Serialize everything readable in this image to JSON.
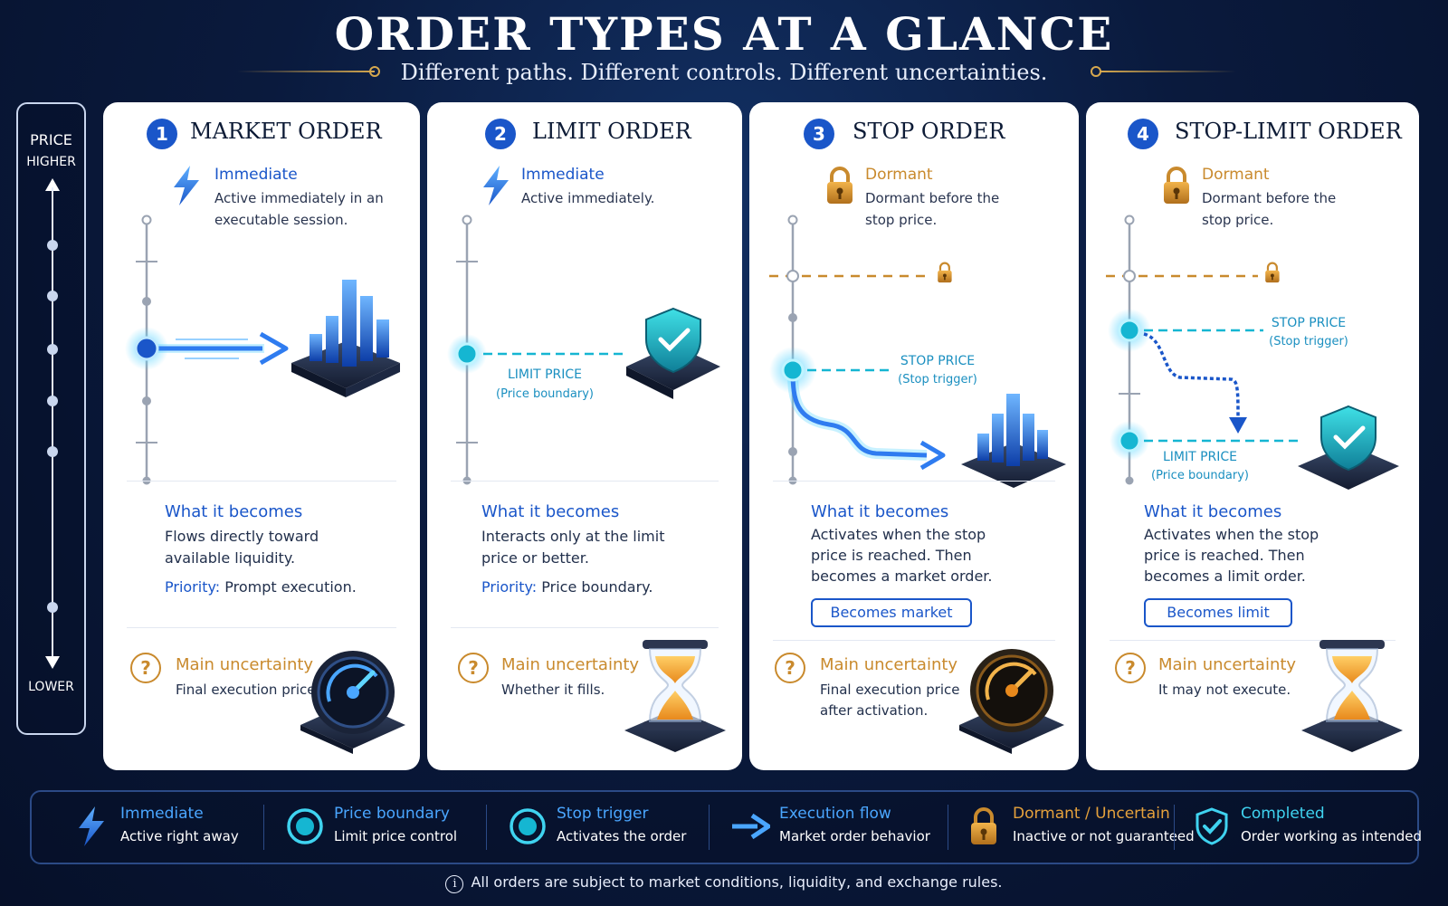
{
  "header": {
    "title": "ORDER TYPES AT A GLANCE",
    "subtitle": "Different paths. Different controls. Different uncertainties."
  },
  "price_scale": {
    "label": "PRICE",
    "higher": "HIGHER",
    "lower": "LOWER"
  },
  "colors": {
    "accent_blue": "#1a56c9",
    "cyan": "#15b6d2",
    "gold": "#c98a2d",
    "navy": "#0a1a3d"
  },
  "cards": [
    {
      "number": "1",
      "title": "MARKET ORDER",
      "state": "Immediate",
      "state_icon": "lightning-icon",
      "state_desc": "Active immediately in an executable session.",
      "what_title": "What it becomes",
      "what_desc": "Flows directly toward available liquidity.",
      "priority_label": "Priority:",
      "priority_value": "Prompt execution.",
      "uncertainty_title": "Main uncertainty",
      "uncertainty_desc": "Final execution price.",
      "illustration": "gauge-icon"
    },
    {
      "number": "2",
      "title": "LIMIT ORDER",
      "state": "Immediate",
      "state_icon": "lightning-icon",
      "state_desc": "Active immediately.",
      "limit_label": "LIMIT PRICE",
      "limit_sub": "(Price boundary)",
      "what_title": "What it becomes",
      "what_desc": "Interacts only at the limit price or better.",
      "priority_label": "Priority:",
      "priority_value": "Price boundary.",
      "uncertainty_title": "Main uncertainty",
      "uncertainty_desc": "Whether it fills.",
      "illustration": "hourglass-icon"
    },
    {
      "number": "3",
      "title": "STOP ORDER",
      "state": "Dormant",
      "state_icon": "lock-icon",
      "state_desc": "Dormant before the stop price.",
      "stop_label": "STOP PRICE",
      "stop_sub": "(Stop trigger)",
      "what_title": "What it becomes",
      "what_desc": "Activates when the stop price is reached. Then becomes a market order.",
      "pill": "Becomes market",
      "uncertainty_title": "Main uncertainty",
      "uncertainty_desc": "Final execution price after activation.",
      "illustration": "gauge-icon"
    },
    {
      "number": "4",
      "title": "STOP-LIMIT ORDER",
      "state": "Dormant",
      "state_icon": "lock-icon",
      "state_desc": "Dormant before the stop price.",
      "stop_label": "STOP PRICE",
      "stop_sub": "(Stop trigger)",
      "limit_label": "LIMIT PRICE",
      "limit_sub": "(Price boundary)",
      "what_title": "What it becomes",
      "what_desc": "Activates when the stop price is reached. Then becomes a limit order.",
      "pill": "Becomes limit",
      "uncertainty_title": "Main uncertainty",
      "uncertainty_desc": "It may not execute.",
      "illustration": "hourglass-icon"
    }
  ],
  "legend": [
    {
      "title": "Immediate",
      "desc": "Active right away",
      "icon": "lightning-icon"
    },
    {
      "title": "Price boundary",
      "desc": "Limit price control",
      "icon": "target-ring-icon"
    },
    {
      "title": "Stop trigger",
      "desc": "Activates the order",
      "icon": "target-ring-icon"
    },
    {
      "title": "Execution flow",
      "desc": "Market order behavior",
      "icon": "arrow-right-icon"
    },
    {
      "title": "Dormant / Uncertain",
      "desc": "Inactive or not guaranteed",
      "icon": "lock-icon"
    },
    {
      "title": "Completed",
      "desc": "Order working as intended",
      "icon": "shield-check-icon"
    }
  ],
  "footer": {
    "note": "All orders are subject to market conditions, liquidity, and exchange rules.",
    "icon": "info-icon"
  }
}
